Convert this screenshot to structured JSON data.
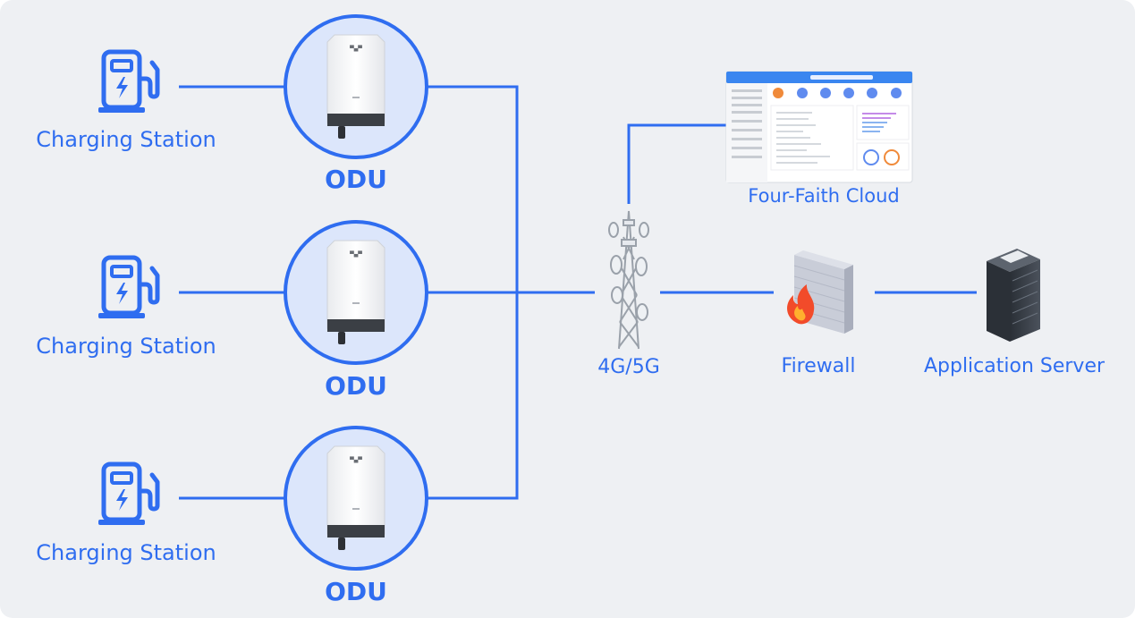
{
  "stations": [
    {
      "label": "Charging Station",
      "odu_label": "ODU"
    },
    {
      "label": "Charging Station",
      "odu_label": "ODU"
    },
    {
      "label": "Charging Station",
      "odu_label": "ODU"
    }
  ],
  "network": {
    "tower_label": "4G/5G",
    "cloud_label": "Four-Faith Cloud",
    "firewall_label": "Firewall",
    "server_label": "Application Server"
  },
  "colors": {
    "accent": "#2f6df0",
    "background": "#eef0f3",
    "odu_circle_fill": "#dce6fb",
    "line": "#2f6df0"
  },
  "icons": {
    "station": "ev-charger-icon",
    "odu": "odu-device-icon",
    "tower": "cell-tower-icon",
    "cloud": "cloud-dashboard-icon",
    "firewall": "firewall-icon",
    "server": "server-rack-icon"
  }
}
